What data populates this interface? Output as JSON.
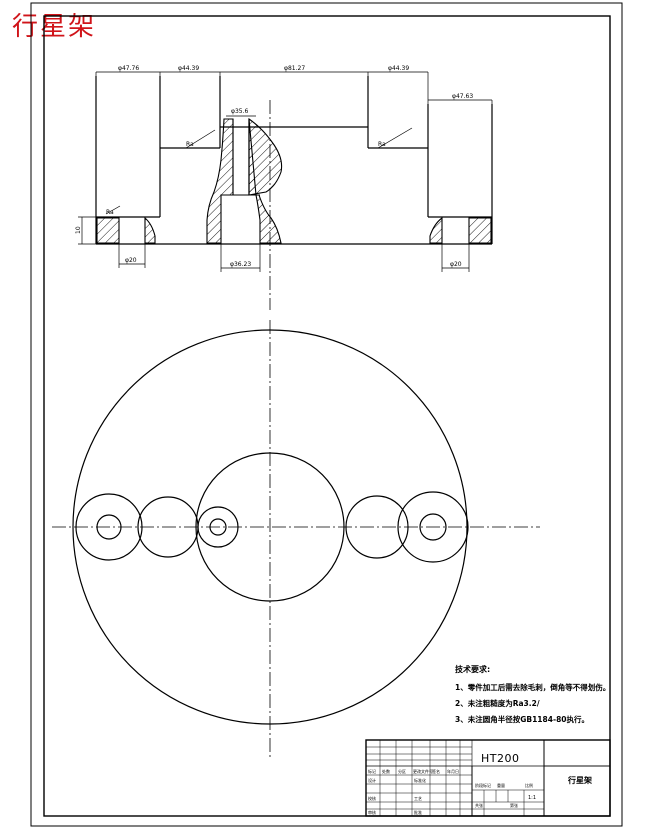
{
  "title": "行星架",
  "dimensions": {
    "left_span": "φ47.76",
    "left_mid": "φ44.39",
    "center_span": "φ81.27",
    "right_mid": "φ44.39",
    "right_span": "φ47.63",
    "top_hole": "φ35.6",
    "bottom_bore": "φ36.23",
    "left_hole": "φ20",
    "right_hole": "φ20",
    "height": "10",
    "roughness_left": "Ra",
    "roughness_mid_left": "Ra",
    "roughness_mid_right": "Ra"
  },
  "notes": {
    "heading": "技术要求:",
    "line1": "1、零件加工后需去除毛刺，倒角等不得划伤。",
    "line2": "2、未注粗糙度为Ra3.2/",
    "line3": "3、未注圆角半径按GB1184-80执行。"
  },
  "title_block": {
    "material": "HT200",
    "part_name": "行星架",
    "scale": "1:1",
    "labels": [
      "标记",
      "处数",
      "分区",
      "更改文件号",
      "签名",
      "年月日",
      "设计",
      "校核",
      "审核",
      "工艺",
      "标准化",
      "批准",
      "阶段标记",
      "重量",
      "比例",
      "共张",
      "第张"
    ]
  }
}
